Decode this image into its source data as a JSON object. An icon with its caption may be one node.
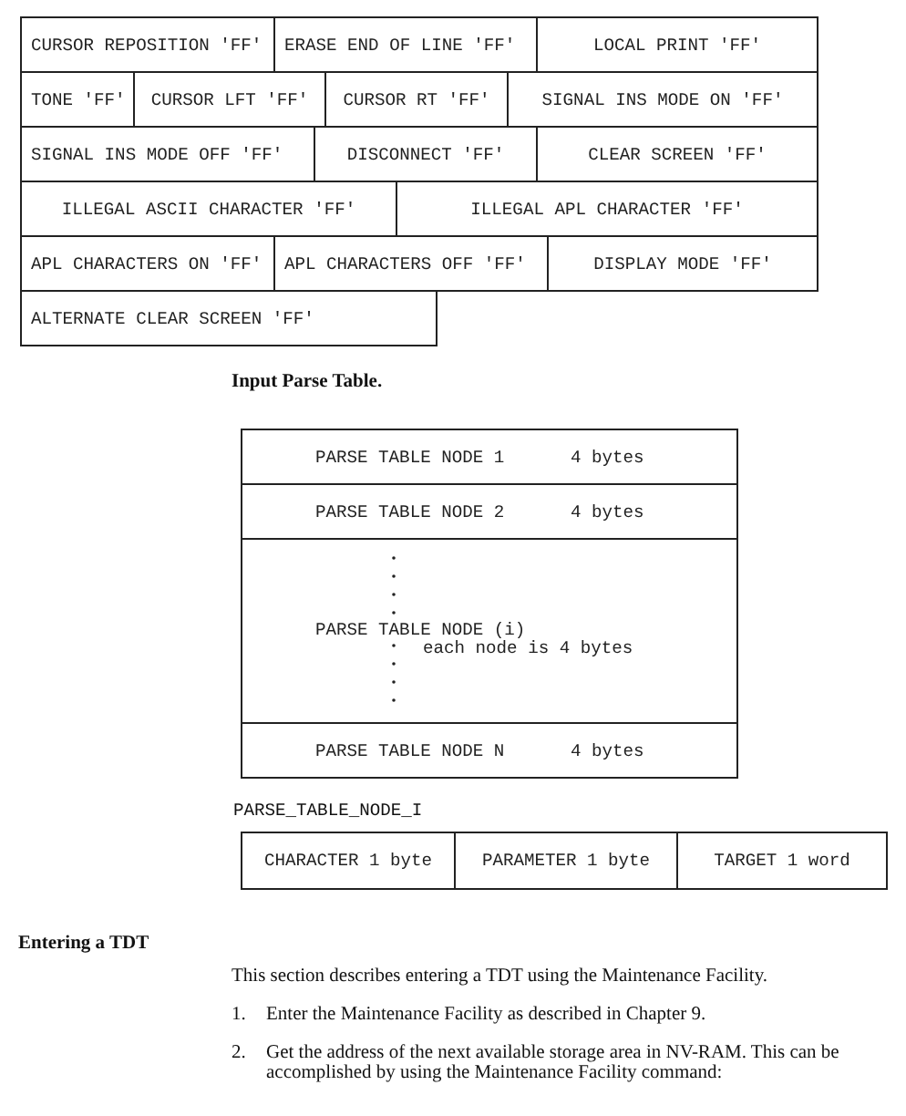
{
  "diagram": {
    "nodes": [
      {
        "text": [
          "CURSOR REPOSITION 'FF'"
        ]
      },
      {
        "text": [
          "ERASE END OF LINE 'FF'"
        ]
      },
      {
        "text": [
          "LOCAL PRINT 'FF'"
        ]
      },
      {
        "text": [
          "TONE 'FF'"
        ]
      },
      {
        "text": [
          "CURSOR LFT 'FF'"
        ]
      },
      {
        "text": [
          "CURSOR RT 'FF'"
        ]
      },
      {
        "text": [
          "SIGNAL INS MODE ON 'FF'"
        ]
      },
      {
        "text": [
          "SIGNAL INS MODE OFF 'FF'"
        ]
      },
      {
        "text": [
          "DISCONNECT 'FF'"
        ]
      },
      {
        "text": [
          "CLEAR SCREEN 'FF'"
        ]
      },
      {
        "text": [
          "ILLEGAL ASCII CHARACTER 'FF'"
        ]
      },
      {
        "text": [
          "ILLEGAL APL CHARACTER 'FF'"
        ]
      },
      {
        "text": [
          "APL CHARACTERS ON 'FF'"
        ]
      },
      {
        "text": [
          "APL CHARACTERS OFF 'FF'"
        ]
      },
      {
        "text": [
          "DISPLAY MODE 'FF'"
        ]
      },
      {
        "text": [
          "ALTERNATE CLEAR SCREEN 'FF'"
        ]
      },
      {
        "text": [
          "PARSE TABLE NODE 1",
          "4 bytes"
        ]
      },
      {
        "text": [
          "PARSE TABLE NODE 2",
          "4 bytes"
        ]
      },
      {
        "text": [
          "PARSE TABLE NODE (i)",
          "each node is 4 bytes"
        ]
      },
      {
        "text": [
          "PARSE TABLE NODE N",
          "4 bytes"
        ]
      },
      {
        "text": [
          "CHARACTER 1 byte"
        ]
      },
      {
        "text": [
          "PARAMETER 1 byte"
        ]
      },
      {
        "text": [
          "TARGET 1 word"
        ]
      }
    ],
    "edges": [],
    "labels": [
      "Input Parse Table.",
      "PARSE_TABLE_NODE_I",
      "Entering a TDT",
      "This section describes entering a TDT using the Maintenance Facility.",
      "1.",
      "Enter the Maintenance Facility as described in Chapter 9.",
      "2.",
      "Get the address of the next available storage area in NV-RAM. This can be accomplished by using the Maintenance Facility command:"
    ]
  }
}
